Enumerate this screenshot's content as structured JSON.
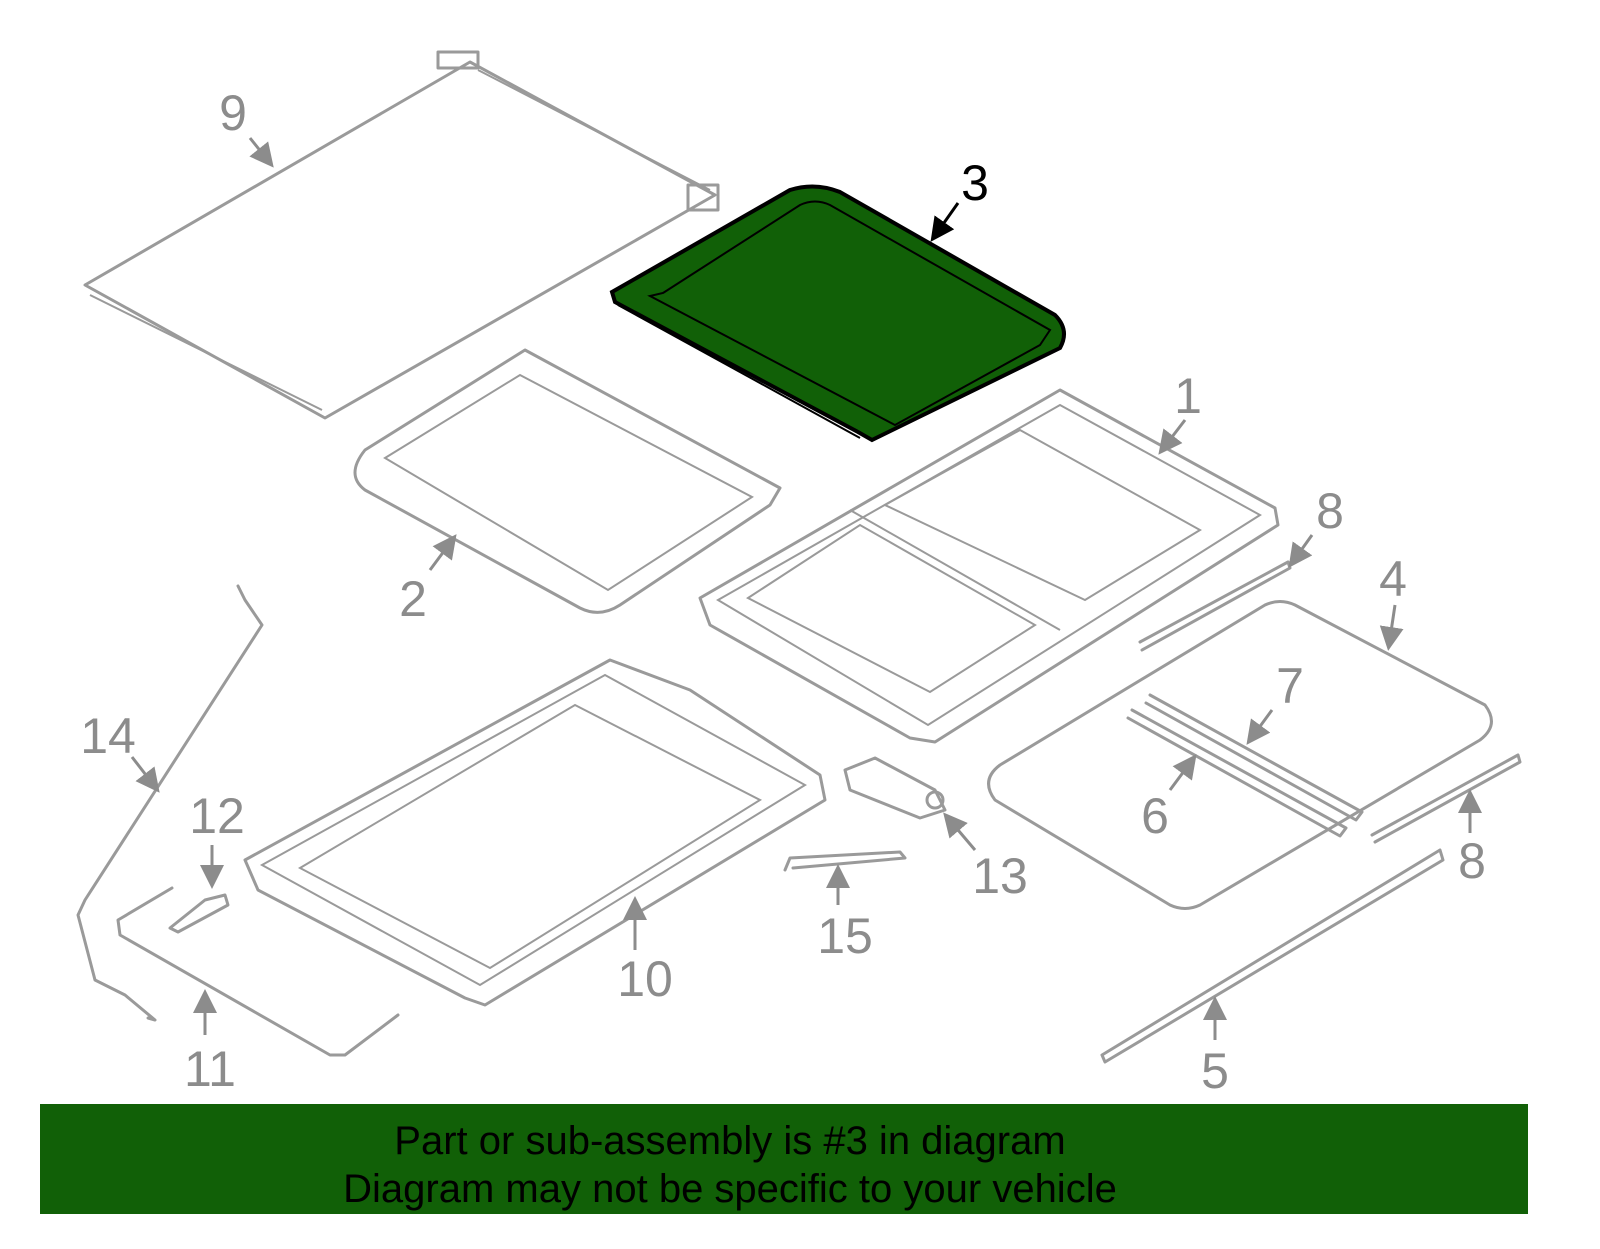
{
  "diagram": {
    "selected_part": "3",
    "highlight_color": "#116007",
    "part_labels": [
      "1",
      "2",
      "3",
      "4",
      "5",
      "6",
      "7",
      "8",
      "8",
      "9",
      "10",
      "11",
      "12",
      "13",
      "14",
      "15"
    ]
  },
  "banner": {
    "line1": "Part or sub-assembly is #3 in diagram",
    "line2": "Diagram may not be specific to your vehicle",
    "background": "#116007"
  }
}
